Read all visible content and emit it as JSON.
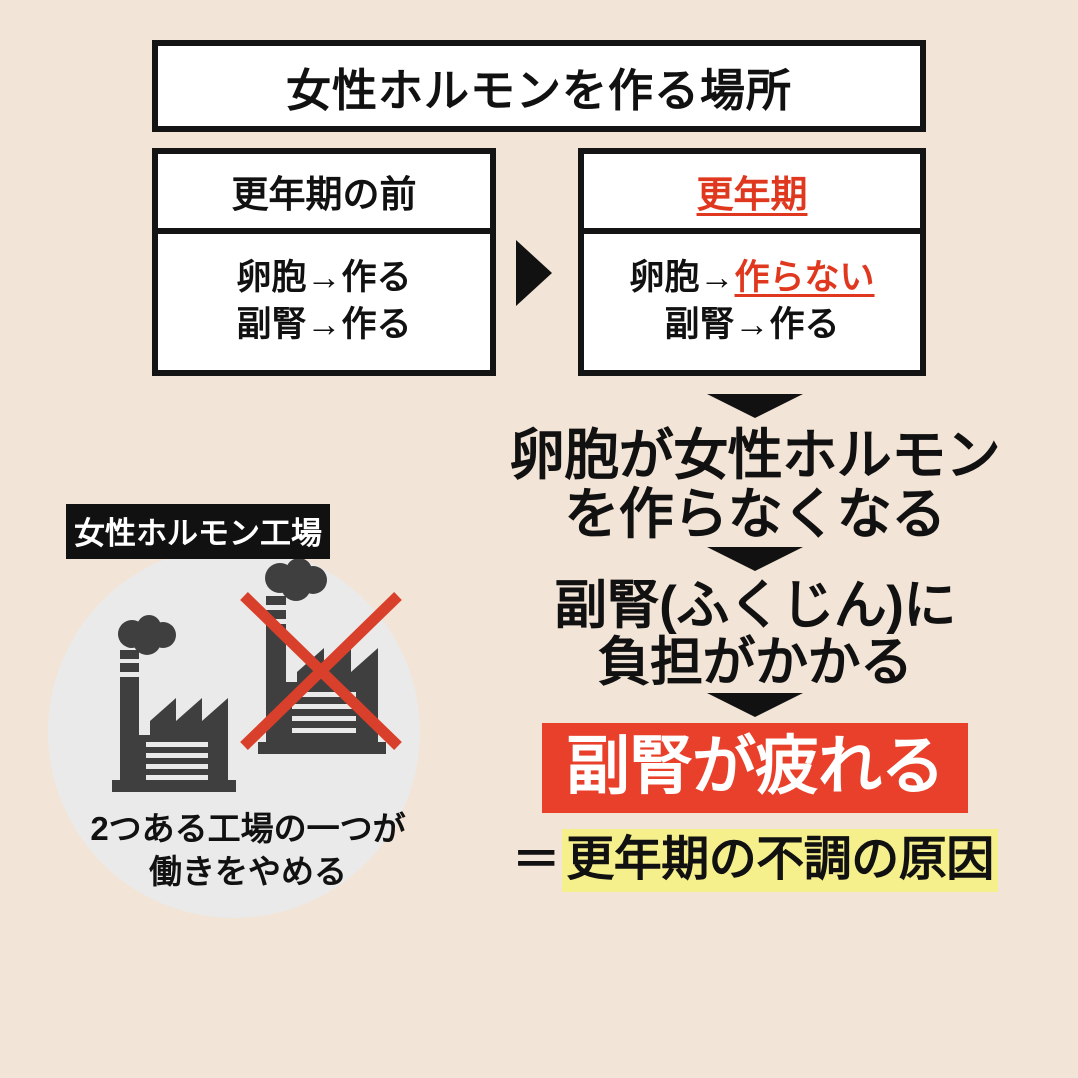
{
  "colors": {
    "background": "#F2E4D6",
    "ink": "#111111",
    "box_fill": "#FFFFFF",
    "accent_red": "#E0381F",
    "banner_red": "#E8402A",
    "highlight_yellow": "#F6F08C",
    "circle_gray": "#EAEAEA",
    "factory_gray": "#3F3F3F",
    "cross_red": "#D8402B"
  },
  "title": {
    "text": "女性ホルモンを作る場所"
  },
  "comparison": {
    "before": {
      "heading": "更年期の前",
      "lines": [
        {
          "subject": "卵胞→",
          "result": "作る",
          "result_state": "normal"
        },
        {
          "subject": "副腎→",
          "result": "作る",
          "result_state": "normal"
        }
      ]
    },
    "divider_icon": "play-triangle-icon",
    "after": {
      "heading": "更年期",
      "heading_state": "accent",
      "lines": [
        {
          "subject": "卵胞→",
          "result": "作らない",
          "result_state": "negative"
        },
        {
          "subject": "副腎→",
          "result": "作る",
          "result_state": "normal"
        }
      ]
    }
  },
  "factory_panel": {
    "tag": "女性ホルモン工場",
    "caption_line1": "2つある工場の一つが",
    "caption_line2": "働きをやめる",
    "factories": [
      {
        "label": "working-factory",
        "disabled": false
      },
      {
        "label": "stopped-factory",
        "disabled": true
      }
    ]
  },
  "flow": {
    "steps": [
      {
        "arrow": "chevron-down-icon",
        "line1": "卵胞が女性ホルモン",
        "line2": "を作らなくなる",
        "style": "plain"
      },
      {
        "arrow": "chevron-down-icon",
        "line1": "副腎(ふくじん)に",
        "line2": "負担がかかる",
        "style": "plain"
      },
      {
        "arrow": "chevron-down-icon",
        "line1": "副腎が疲れる",
        "style": "banner-red"
      }
    ],
    "conclusion": {
      "equals": "＝",
      "text": "更年期の不調の原因",
      "style": "highlight-yellow"
    }
  }
}
